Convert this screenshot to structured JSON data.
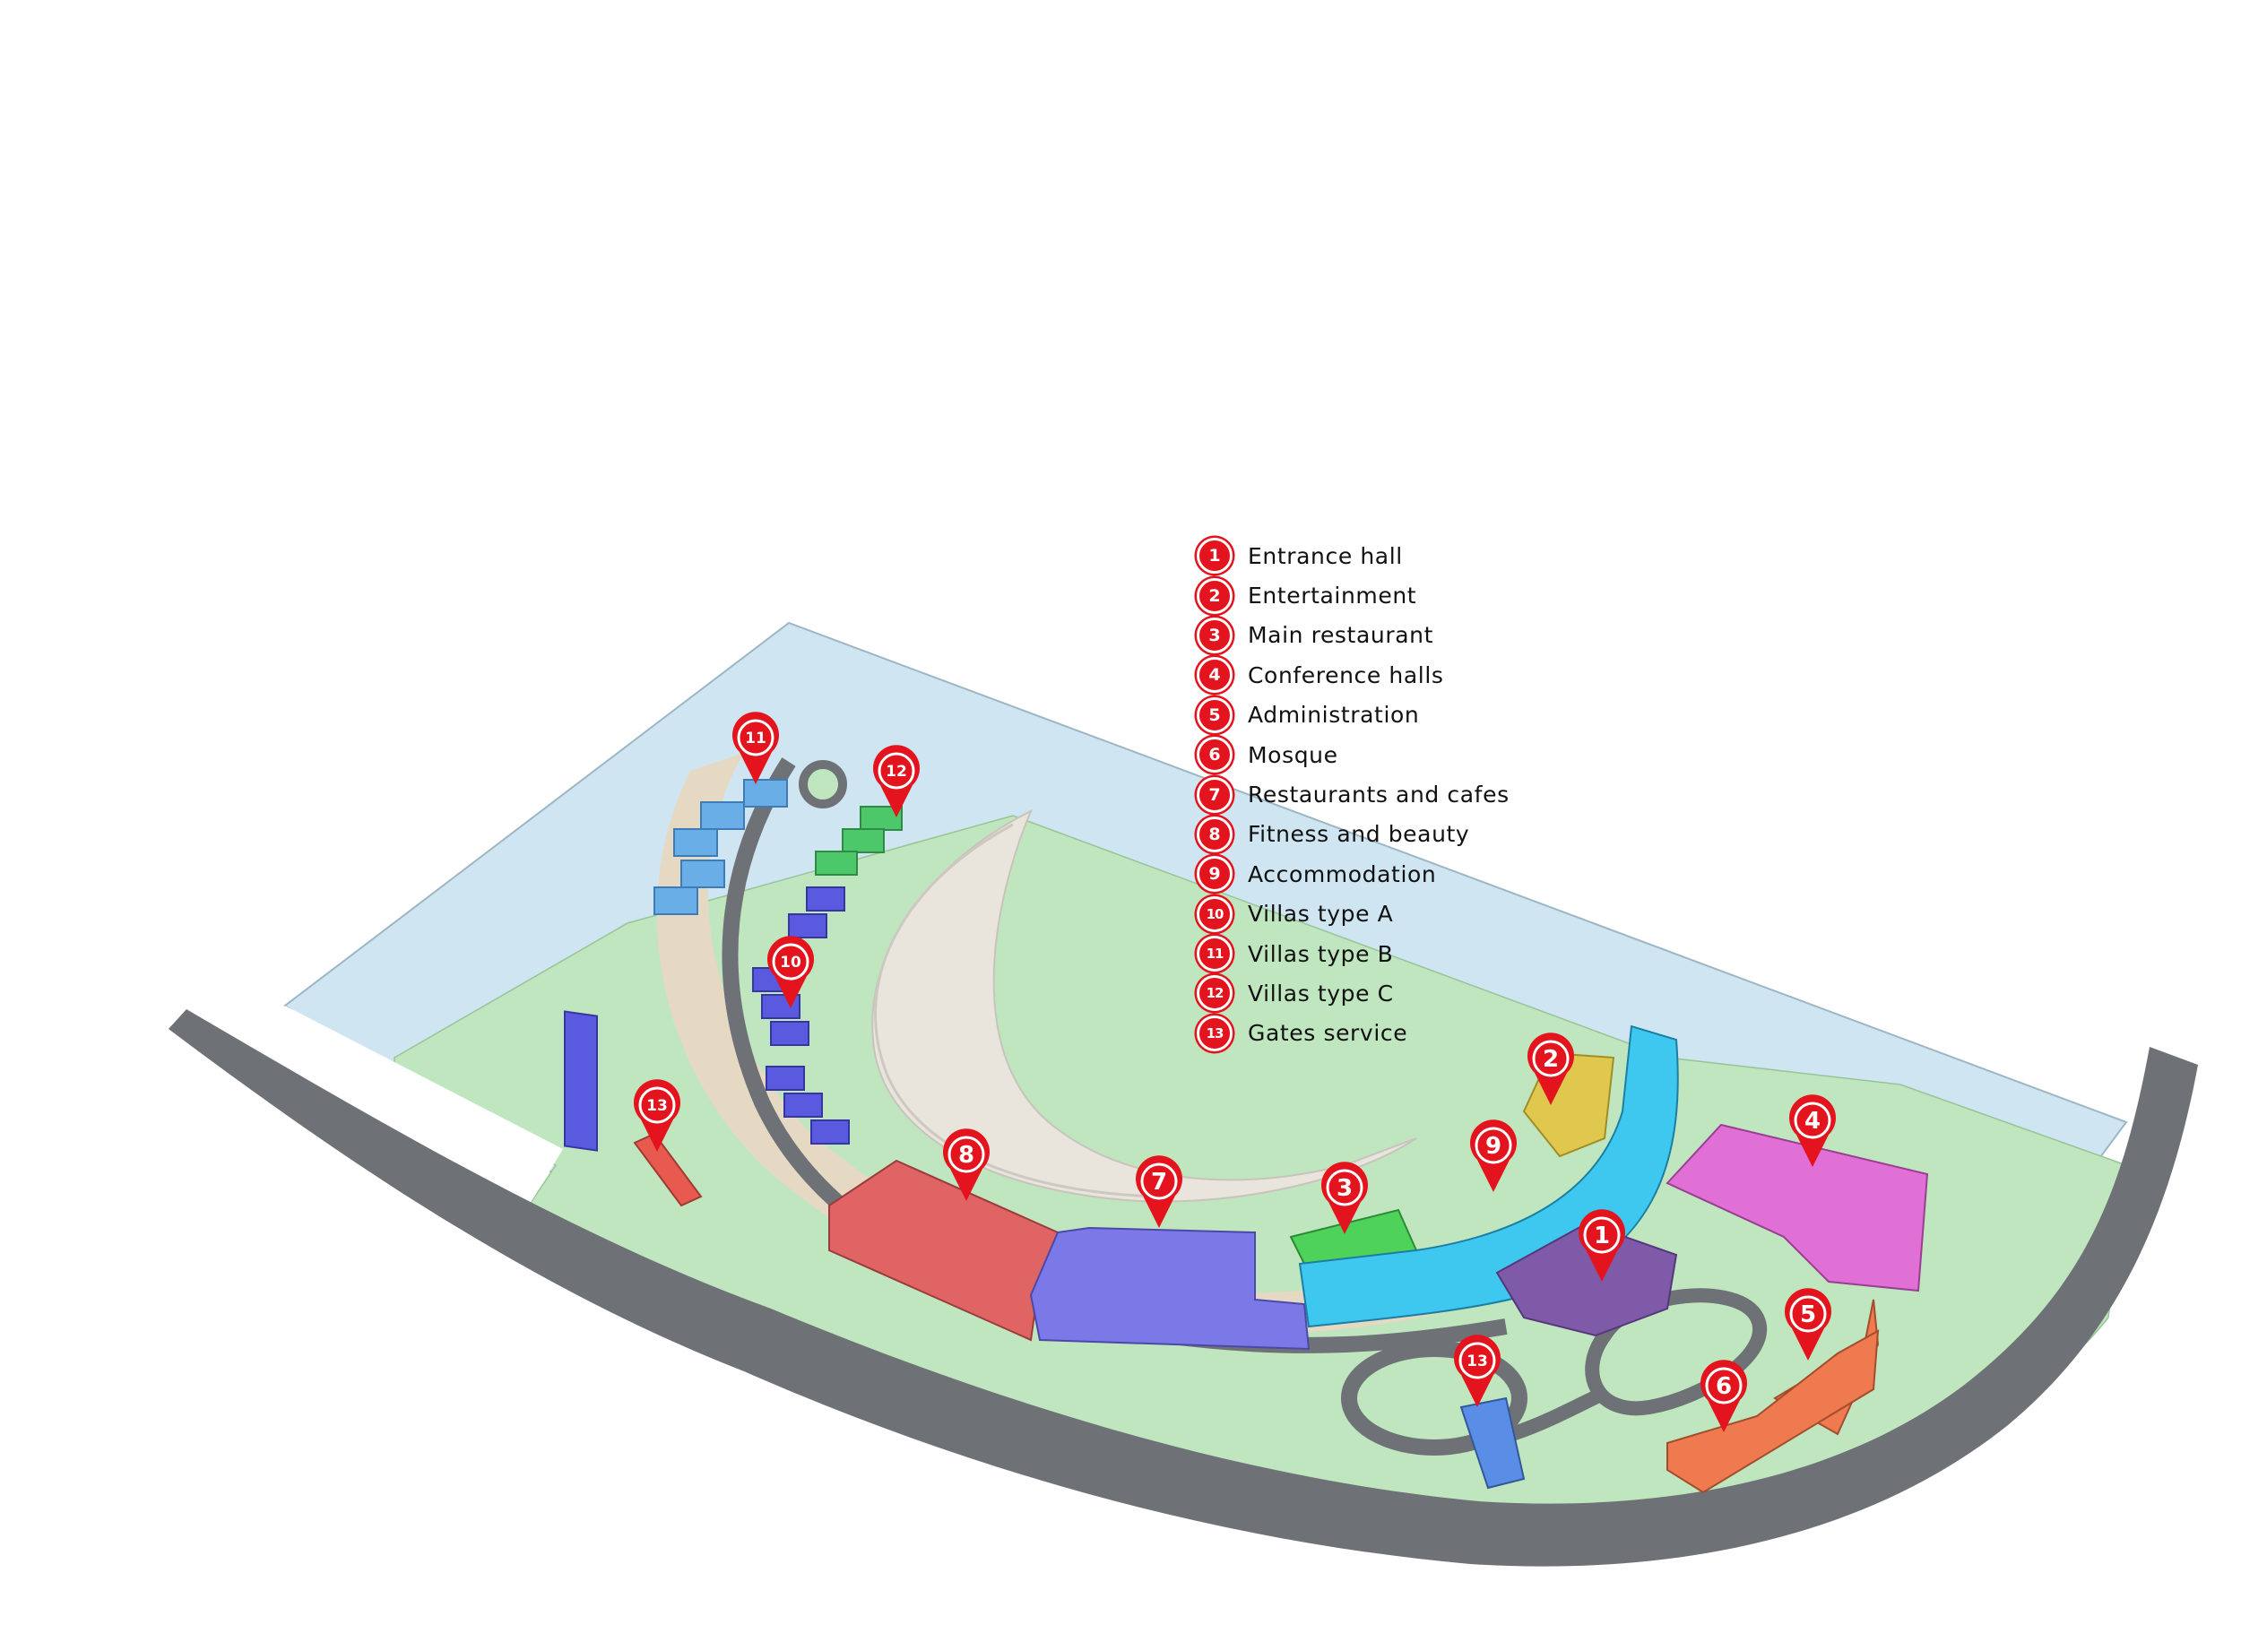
{
  "legend": [
    {
      "num": "1",
      "label": "Entrance hall"
    },
    {
      "num": "2",
      "label": "Entertainment"
    },
    {
      "num": "3",
      "label": "Main restaurant"
    },
    {
      "num": "4",
      "label": "Conference halls"
    },
    {
      "num": "5",
      "label": "Administration"
    },
    {
      "num": "6",
      "label": "Mosque"
    },
    {
      "num": "7",
      "label": "Restaurants and cafes"
    },
    {
      "num": "8",
      "label": "Fitness and beauty"
    },
    {
      "num": "9",
      "label": "Accommodation"
    },
    {
      "num": "10",
      "label": "Villas type A"
    },
    {
      "num": "11",
      "label": "Villas type B"
    },
    {
      "num": "12",
      "label": "Villas type C"
    },
    {
      "num": "13",
      "label": "Gates service"
    }
  ],
  "markers": [
    {
      "num": "11",
      "zone": "villas-type-b"
    },
    {
      "num": "12",
      "zone": "villas-type-c"
    },
    {
      "num": "10",
      "zone": "villas-type-a"
    },
    {
      "num": "13",
      "zone": "gates-service-west"
    },
    {
      "num": "8",
      "zone": "fitness-and-beauty"
    },
    {
      "num": "7",
      "zone": "restaurants-and-cafes"
    },
    {
      "num": "3",
      "zone": "main-restaurant"
    },
    {
      "num": "9",
      "zone": "accommodation"
    },
    {
      "num": "2",
      "zone": "entertainment"
    },
    {
      "num": "1",
      "zone": "entrance-hall"
    },
    {
      "num": "4",
      "zone": "conference-halls"
    },
    {
      "num": "5",
      "zone": "administration"
    },
    {
      "num": "6",
      "zone": "mosque"
    },
    {
      "num": "13",
      "zone": "gates-service-south"
    }
  ],
  "colors": {
    "water": "#cfe6f2",
    "sand": "#e9e5dc",
    "road": "#6e7176",
    "grass": "#bfe6be",
    "pin": "#e3141d",
    "entrance_hall": "#7f5aa8",
    "entertainment": "#e0c84e",
    "main_restaurant": "#4fd25a",
    "conference_halls": "#e070d6",
    "administration": "#f07a50",
    "mosque": "#f07a50",
    "restaurants_and_cafes": "#7b78e8",
    "fitness_and_beauty": "#e06464",
    "accommodation": "#3ec8f0",
    "villas_type_a": "#5a5ae0",
    "villas_type_b": "#6aaee8",
    "villas_type_c": "#4cc86a",
    "gates_service": "#e85a50"
  }
}
